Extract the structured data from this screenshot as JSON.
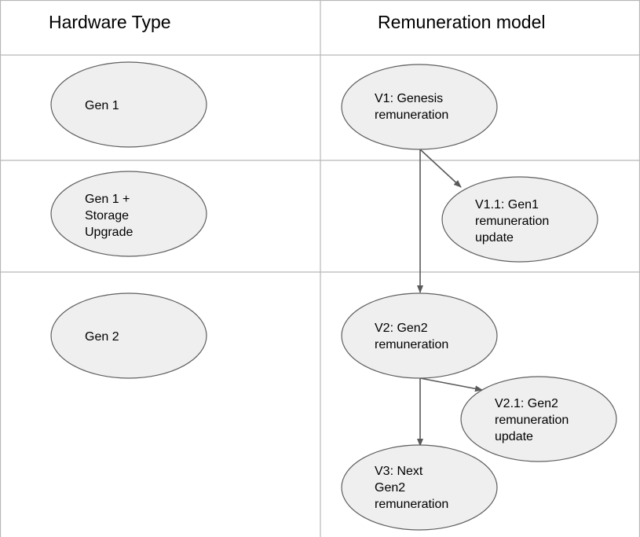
{
  "headers": {
    "hardware": "Hardware Type",
    "remuneration": "Remuneration model"
  },
  "hardware": {
    "gen1": [
      "Gen 1"
    ],
    "gen1_storage": [
      "Gen 1 +",
      "Storage",
      "Upgrade"
    ],
    "gen2": [
      "Gen 2"
    ]
  },
  "models": {
    "v1": [
      "V1: Genesis",
      "remuneration"
    ],
    "v1_1": [
      "V1.1: Gen1",
      "remuneration",
      "update"
    ],
    "v2": [
      "V2: Gen2",
      "remuneration"
    ],
    "v2_1": [
      "V2.1: Gen2",
      "remuneration",
      "update"
    ],
    "v3": [
      "V3: Next",
      "Gen2",
      "remuneration"
    ]
  },
  "colors": {
    "node_fill": "#efefef",
    "node_stroke": "#5f5f5f",
    "grid": "#b7b7b7",
    "edge": "#595959"
  }
}
